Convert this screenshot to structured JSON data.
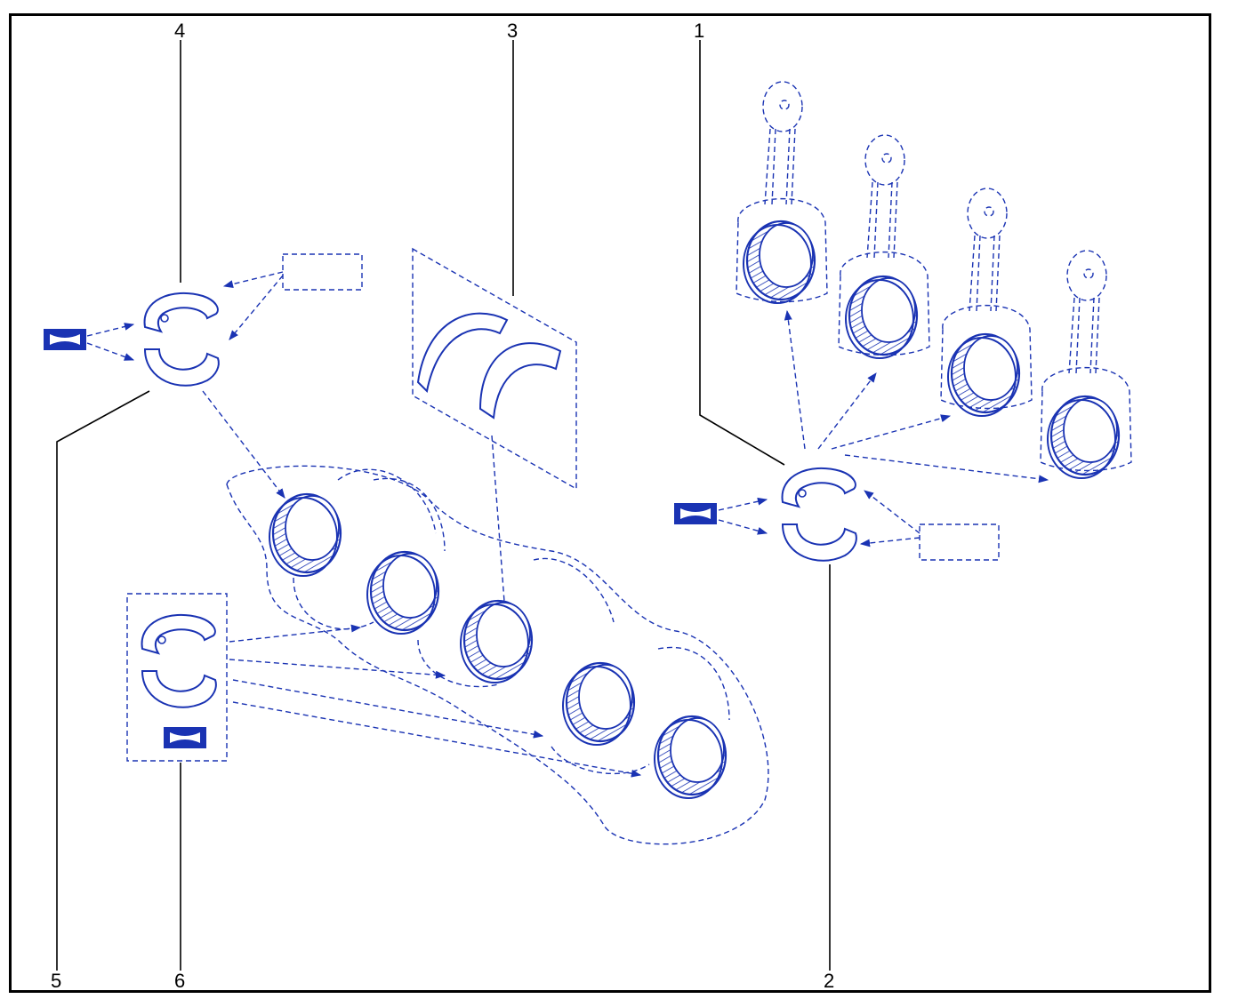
{
  "callouts": {
    "c1": "1",
    "c2": "2",
    "c3": "3",
    "c4": "4",
    "c5": "5",
    "c6": "6"
  },
  "colors": {
    "line_art": "#1a33b3",
    "leader": "#000000",
    "frame": "#000000"
  },
  "icons": [
    "bearing-shell-pair-icon",
    "oil-grade-symbol-icon",
    "thrust-washer-icon",
    "connecting-rod-icon",
    "crankshaft-icon"
  ]
}
